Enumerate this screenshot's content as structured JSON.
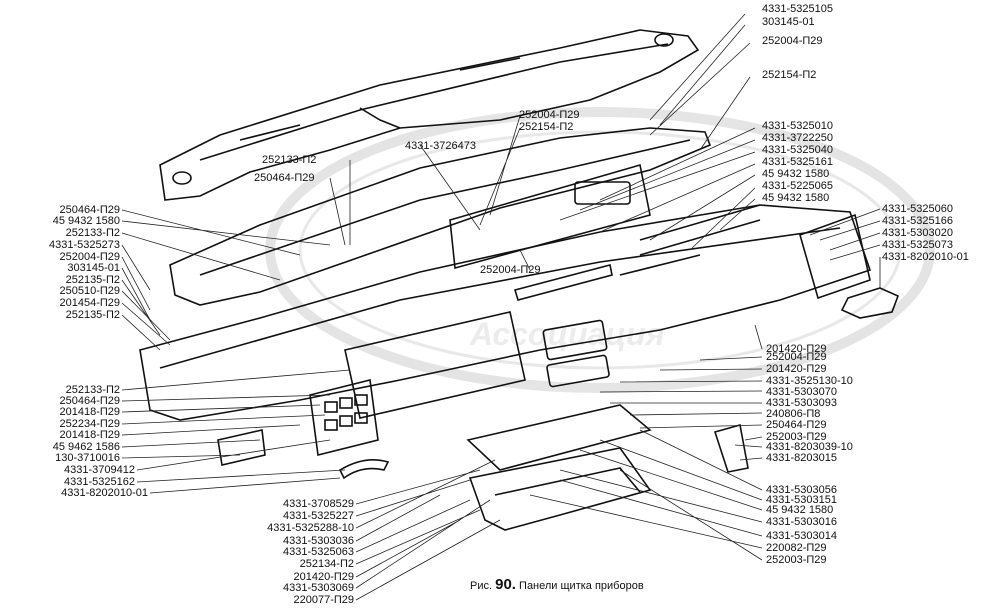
{
  "caption": {
    "prefix": "Рис.",
    "number": "90.",
    "title": "Панели щитка приборов"
  },
  "watermark": {
    "text": "Ассоциация"
  },
  "labels_right": [
    "4331-5325105",
    "303145-01",
    "252004-П29",
    "252154-П2",
    "4331-5325010",
    "4331-3722250",
    "4331-5325040",
    "4331-5325161",
    "45 9432 1580",
    "4331-5225065",
    "45 9432 1580",
    "4331-5325060",
    "4331-5325166",
    "4331-5303020",
    "4331-5325073",
    "4331-8202010-01",
    "201420-П29",
    "252004-П29",
    "201420-П29",
    "4331-3525130-10",
    "4331-5303070",
    "4331-5303093",
    "240806-П8",
    "250464-П29",
    "252003-П29",
    "4331-8203039-10",
    "4331-8203015",
    "4331-5303056",
    "4331-5303151",
    "45 9432 1580",
    "4331-5303016",
    "4331-5303014",
    "220082-П29",
    "252003-П29"
  ],
  "labels_left": [
    "250464-П29",
    "45 9432 1580",
    "252133-П2",
    "4331-5325273",
    "252004-П29",
    "303145-01",
    "252135-П2",
    "250510-П29",
    "201454-П29",
    "252135-П2",
    "252133-П2",
    "250464-П29",
    "201418-П29",
    "252234-П29",
    "201418-П29",
    "45 9462 1586",
    "130-3710016",
    "4331-3709412",
    "4331-5325162",
    "4331-8202010-01"
  ],
  "labels_bottom": [
    "4331-3708529",
    "4331-5325227",
    "4331-5325288-10",
    "4331-5303036",
    "4331-5325063",
    "252134-П2",
    "201420-П29",
    "4331-5303069",
    "220077-П29"
  ],
  "labels_top": [
    "252004-П29",
    "252154-П2",
    "4331-3726473",
    "252133-П2",
    "250464-П29",
    "252004-П29"
  ]
}
